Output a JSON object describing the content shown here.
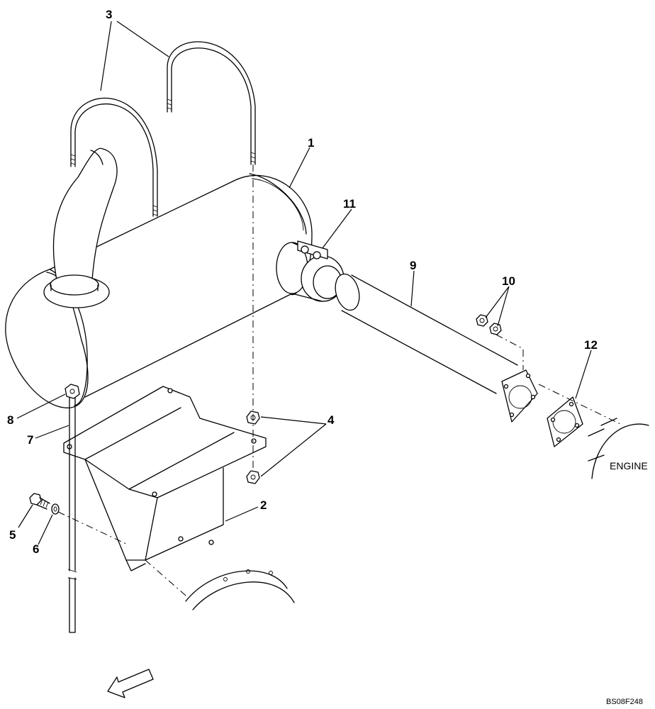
{
  "diagram": {
    "labels": {
      "p1": "1",
      "p2": "2",
      "p3": "3",
      "p4": "4",
      "p5": "5",
      "p6": "6",
      "p7": "7",
      "p8": "8",
      "p9": "9",
      "p10": "10",
      "p11": "11",
      "p12": "12"
    },
    "engine_label": "ENGINE",
    "drawing_code": "BS08F248"
  }
}
